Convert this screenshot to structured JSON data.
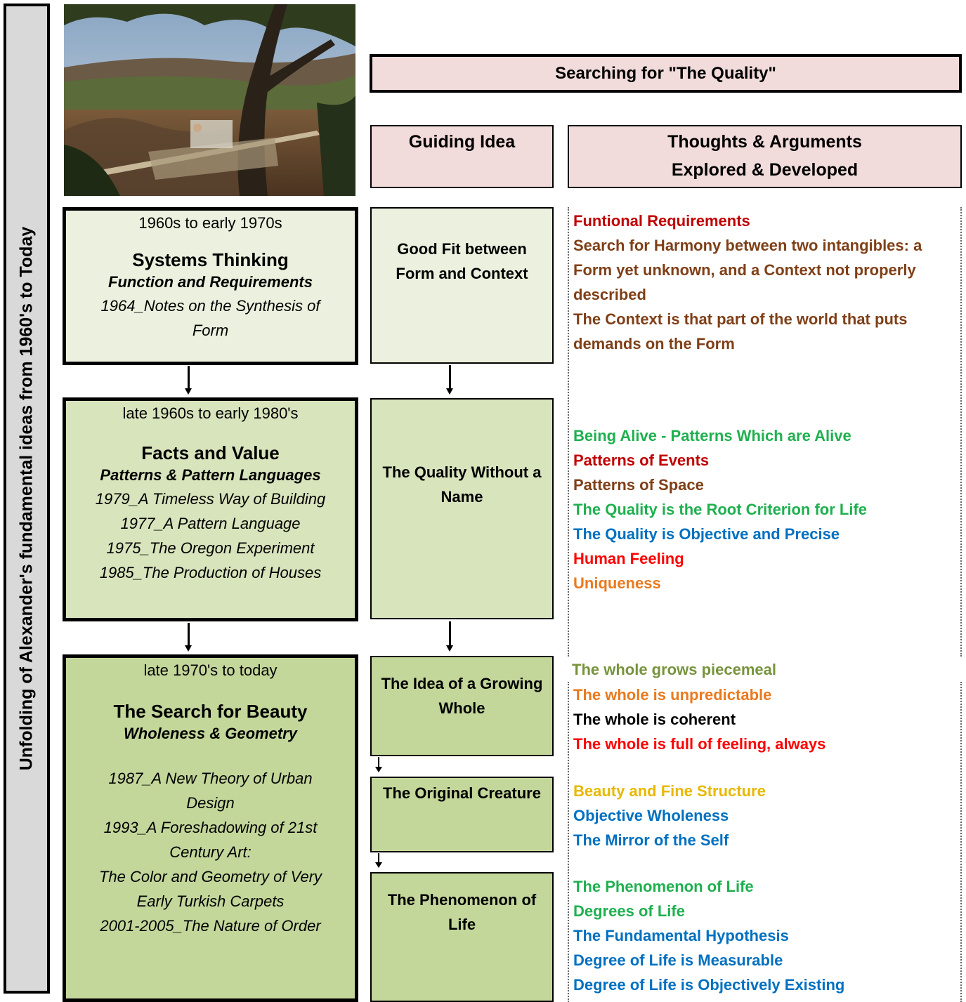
{
  "sidebar_label": "Unfolding of Alexander's fundamental ideas from 1960's to Today",
  "title": "Searching for \"The Quality\"",
  "headers": {
    "guiding_idea": "Guiding Idea",
    "thoughts_line1": "Thoughts & Arguments",
    "thoughts_line2": "Explored & Developed"
  },
  "eras": [
    {
      "period": "1960s to early 1970s",
      "theme": "Systems Thinking",
      "subtitle": "Function and Requirements",
      "works": [
        "1964_Notes on the Synthesis of",
        "Form"
      ],
      "fill": "#ebf1de"
    },
    {
      "period": "late 1960s to early 1980's",
      "theme": "Facts and Value",
      "subtitle": "Patterns & Pattern Languages",
      "works": [
        "1979_A Timeless Way of Building",
        "1977_A Pattern Language",
        "1975_The Oregon Experiment",
        "1985_The Production of Houses"
      ],
      "fill": "#d8e4bc"
    },
    {
      "period": "late 1970's to today",
      "theme": "The Search for Beauty",
      "subtitle": "Wholeness & Geometry",
      "works": [
        "1987_A New Theory of Urban",
        "Design",
        "1993_A Foreshadowing of 21st",
        "Century Art:",
        "The Color and Geometry of Very",
        "Early Turkish Carpets",
        "2001-2005_The Nature of Order"
      ],
      "fill": "#c4d79b"
    }
  ],
  "guiding_ideas": [
    {
      "lines": [
        "Good Fit between",
        "Form and Context"
      ],
      "fill": "#ebf1de"
    },
    {
      "lines": [
        "The Quality Without a",
        "Name"
      ],
      "fill": "#d8e4bc"
    },
    {
      "lines": [
        "The Idea of a Growing",
        "Whole"
      ],
      "fill": "#c4d79b"
    },
    {
      "lines": [
        "The Original Creature"
      ],
      "fill": "#c4d79b"
    },
    {
      "lines": [
        "The Phenomenon of",
        "Life"
      ],
      "fill": "#c4d79b"
    }
  ],
  "thoughts": [
    [
      {
        "text": "Funtional Requirements",
        "color": "#c00000"
      },
      {
        "text": "Search for Harmony between two intangibles: a",
        "color": "#7f3f17"
      },
      {
        "text": "Form yet unknown, and a Context not properly",
        "color": "#7f3f17"
      },
      {
        "text": "described",
        "color": "#7f3f17"
      },
      {
        "text": "The Context is that part of the world that puts",
        "color": "#7f3f17"
      },
      {
        "text": "demands on the Form",
        "color": "#7f3f17"
      }
    ],
    [
      {
        "text": "Being Alive - Patterns Which are Alive",
        "color": "#1fb04f"
      },
      {
        "text": "Patterns of Events",
        "color": "#c00000"
      },
      {
        "text": "Patterns of Space",
        "color": "#7f3f17"
      },
      {
        "text": "The Quality is the Root Criterion for Life",
        "color": "#1fb04f"
      },
      {
        "text": "The Quality is Objective and Precise",
        "color": "#0070c0"
      },
      {
        "text": "Human Feeling",
        "color": "#ff0000"
      },
      {
        "text": "Uniqueness",
        "color": "#e97a1f"
      }
    ],
    [
      {
        "text": "The whole grows piecemeal",
        "color": "#77933c"
      },
      {
        "text": "The whole is unpredictable",
        "color": "#e97a1f"
      },
      {
        "text": "The whole is coherent",
        "color": "#000000"
      },
      {
        "text": "The whole is full of feeling, always",
        "color": "#ff0000"
      }
    ],
    [
      {
        "text": "Beauty and Fine Structure",
        "color": "#e8b800"
      },
      {
        "text": "Objective Wholeness",
        "color": "#0070c0"
      },
      {
        "text": "The Mirror of the Self",
        "color": "#0070c0"
      }
    ],
    [
      {
        "text": "The Phenomenon of Life",
        "color": "#1fb04f"
      },
      {
        "text": "Degrees of Life",
        "color": "#1fb04f"
      },
      {
        "text": "The Fundamental Hypothesis",
        "color": "#0070c0"
      },
      {
        "text": "Degree of Life is Measurable",
        "color": "#0070c0"
      },
      {
        "text": "Degree of Life is Objectively Existing",
        "color": "#0070c0"
      }
    ]
  ]
}
